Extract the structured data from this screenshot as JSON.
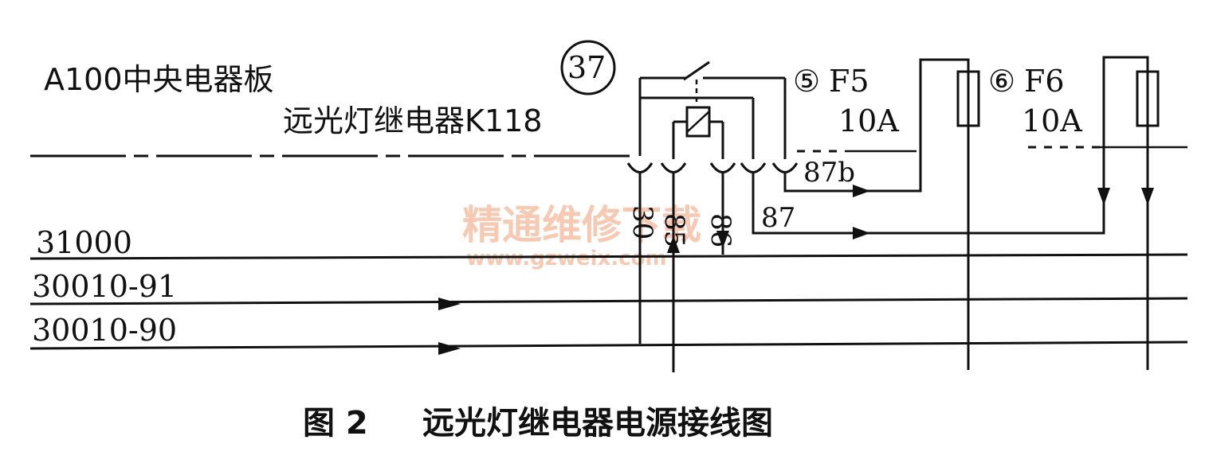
{
  "labels": {
    "board": "A100中央电器板",
    "relay": "远光灯继电器K118",
    "relay_number": "37",
    "fuse5_circle": "⑤",
    "fuse5_name": "F5",
    "fuse5_rating": "10A",
    "fuse6_circle": "⑥",
    "fuse6_name": "F6",
    "fuse6_rating": "10A"
  },
  "pins": {
    "p30": "30",
    "p85": "85",
    "p86": "86",
    "p87": "87",
    "p87b": "87b"
  },
  "buses": {
    "b1": "31000",
    "b2": "30010-91",
    "b3": "30010-90"
  },
  "caption": {
    "figure": "图 2",
    "title": "远光灯继电器电源接线图"
  },
  "watermark": {
    "text": "精通维修下载",
    "url": "www.gzweix.com"
  }
}
